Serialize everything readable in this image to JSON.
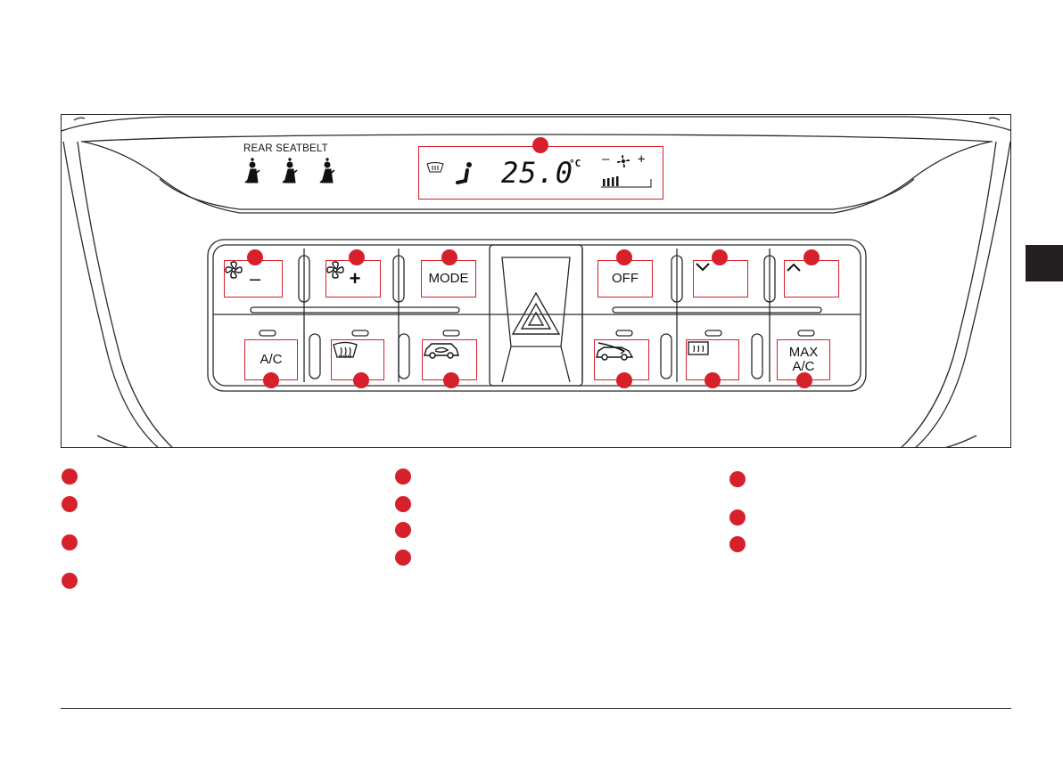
{
  "panel": {
    "seatbelt_label": "REAR SEATBELT",
    "display": {
      "temperature": "25.0",
      "unit": "°C",
      "fan_minus": "–",
      "fan_plus": "+"
    },
    "buttons": {
      "fan_down_symbol": "–",
      "fan_up_symbol": "+",
      "mode_label": "MODE",
      "off_label": "OFF",
      "ac_label": "A/C",
      "max_ac_line1": "MAX",
      "max_ac_line2": "A/C"
    }
  },
  "colors": {
    "accent": "#d6202b",
    "tab": "#231f20"
  },
  "icons": [
    "seatbelt-icon",
    "fan-icon",
    "chevron-down-icon",
    "chevron-up-icon",
    "hazard-icon",
    "windshield-defrost-icon",
    "recirculation-icon",
    "fresh-air-icon",
    "rear-defrost-icon",
    "seat-airflow-icon"
  ]
}
